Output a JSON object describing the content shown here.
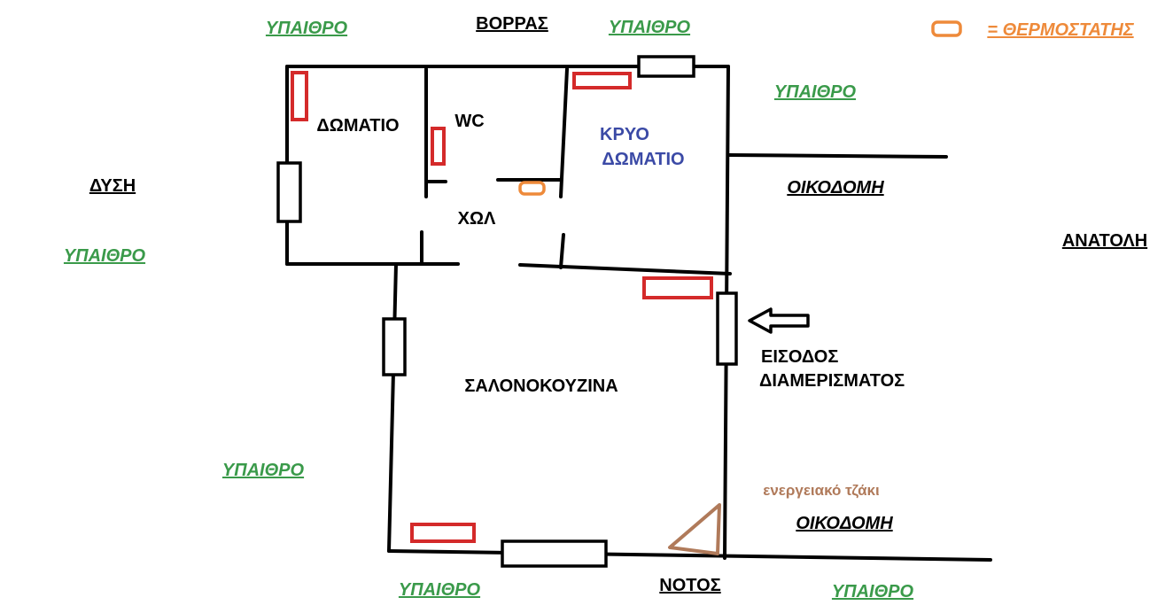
{
  "directions": {
    "north": "ΒΟΡΡΑΣ",
    "south": "ΝΟΤΟΣ",
    "west": "ΔΥΣΗ",
    "east": "ΑΝΑΤΟΛΗ"
  },
  "outdoor_label": "ΥΠΑΙΘΡΟ",
  "building_label": "ΟΙΚΟΔΟΜΗ",
  "rooms": {
    "room": "ΔΩΜΑΤΙΟ",
    "wc": "WC",
    "cold_room_line1": "ΚΡΥΟ",
    "cold_room_line2": "ΔΩΜΑΤΙΟ",
    "hall": "ΧΩΛ",
    "living_kitchen": "ΣΑΛΟΝΟΚΟΥΖΙΝΑ"
  },
  "entrance": {
    "line1": "ΕΙΣΟΔΟΣ",
    "line2": "ΔΙΑΜΕΡΙΣΜΑΤΟΣ"
  },
  "fireplace_label": "ενεργειακό τζάκι",
  "legend": {
    "thermostat_label": "= ΘΕΡΜΟΣΤΑΤΗΣ"
  },
  "colors": {
    "outdoor": "#3a9a4a",
    "cold_room": "#3b4aa6",
    "radiator": "#d42a2a",
    "thermostat": "#ee8a3a",
    "fireplace": "#b07a5a"
  }
}
